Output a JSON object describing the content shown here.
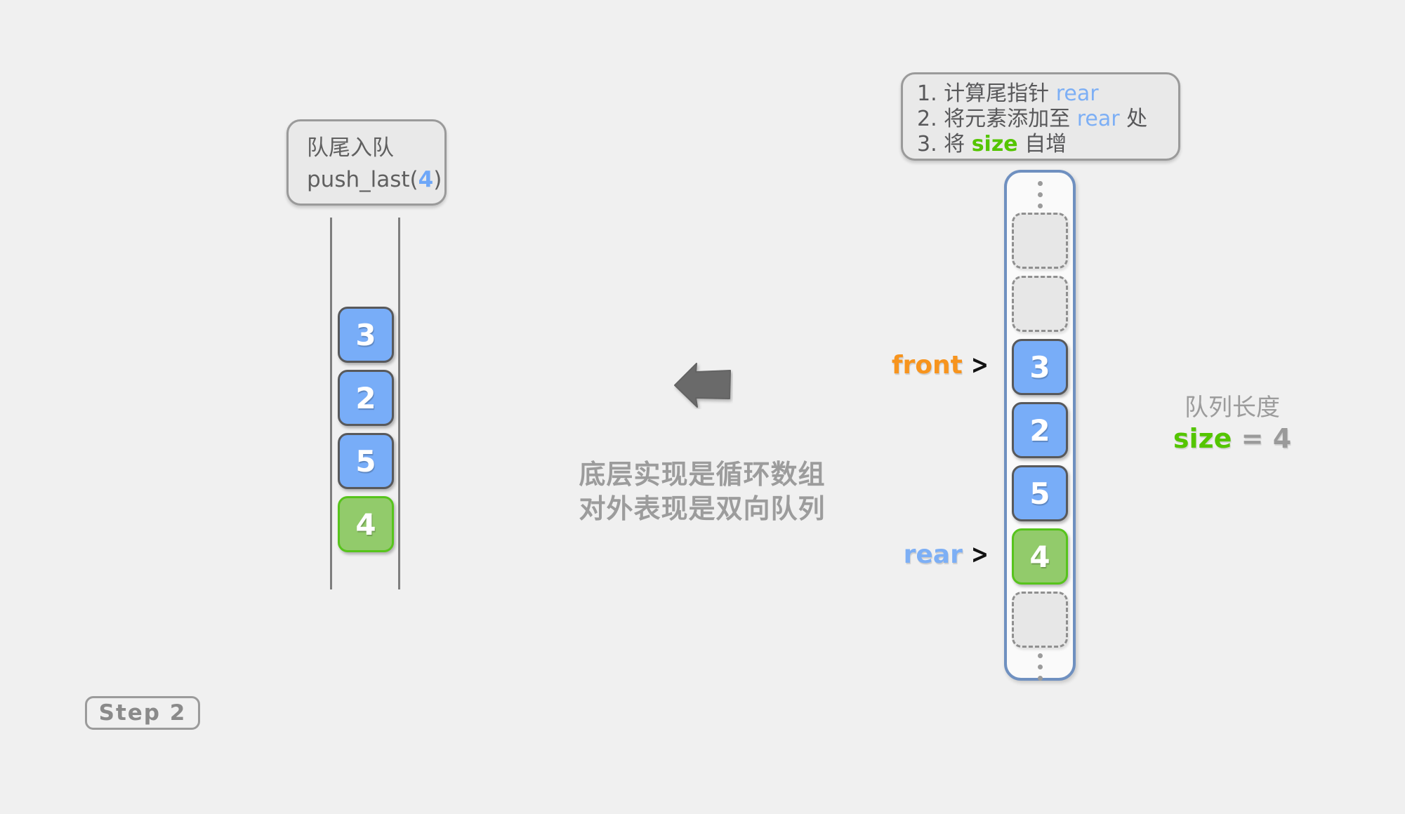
{
  "colors": {
    "page_bg": "#f0f0f0",
    "note_bg": "#e9e9e9",
    "note_border": "#9a9a9a",
    "cell_blue_fill": "#78adf8",
    "cell_blue_border": "#58595b",
    "cell_green_fill": "#92cb6b",
    "cell_green_border": "#57c41c",
    "cell_empty_fill": "#e7e7e7",
    "array_border_blue": "#6f90c0",
    "front_orange": "#f7941e",
    "rear_blue": "#7daff5",
    "size_green": "#54c500",
    "caption_gray": "#9c9c9c",
    "arrow_gray": "#6a6a6a"
  },
  "push_note": {
    "line1": "队尾入队",
    "fn_prefix": "push_last(",
    "arg": "4",
    "fn_suffix": ")"
  },
  "left_queue": {
    "cells": [
      {
        "value": "3",
        "state": "blue"
      },
      {
        "value": "2",
        "state": "blue"
      },
      {
        "value": "5",
        "state": "blue"
      },
      {
        "value": "4",
        "state": "green"
      }
    ]
  },
  "caption": {
    "line1": "底层实现是循环数组",
    "line2": "对外表现是双向队列"
  },
  "instructions": {
    "line1": {
      "pre": "1. 计算尾指针 ",
      "kw": "rear",
      "post": ""
    },
    "line2": {
      "pre": "2. 将元素添加至 ",
      "kw": "rear",
      "post": " 处"
    },
    "line3": {
      "pre": "3. 将 ",
      "kw": "size",
      "post": " 自增"
    }
  },
  "array": {
    "cells": [
      {
        "type": "empty",
        "value": ""
      },
      {
        "type": "empty",
        "value": ""
      },
      {
        "type": "blue",
        "value": "3"
      },
      {
        "type": "blue",
        "value": "2"
      },
      {
        "type": "blue",
        "value": "5"
      },
      {
        "type": "green",
        "value": "4"
      },
      {
        "type": "empty",
        "value": ""
      }
    ]
  },
  "pointers": {
    "front": {
      "label": "front",
      "arrow": ">"
    },
    "rear": {
      "label": "rear",
      "arrow": ">"
    }
  },
  "size_note": {
    "title": "队列长度",
    "var": "size",
    "rest": " = 4"
  },
  "step_badge": {
    "label": "Step 2"
  }
}
